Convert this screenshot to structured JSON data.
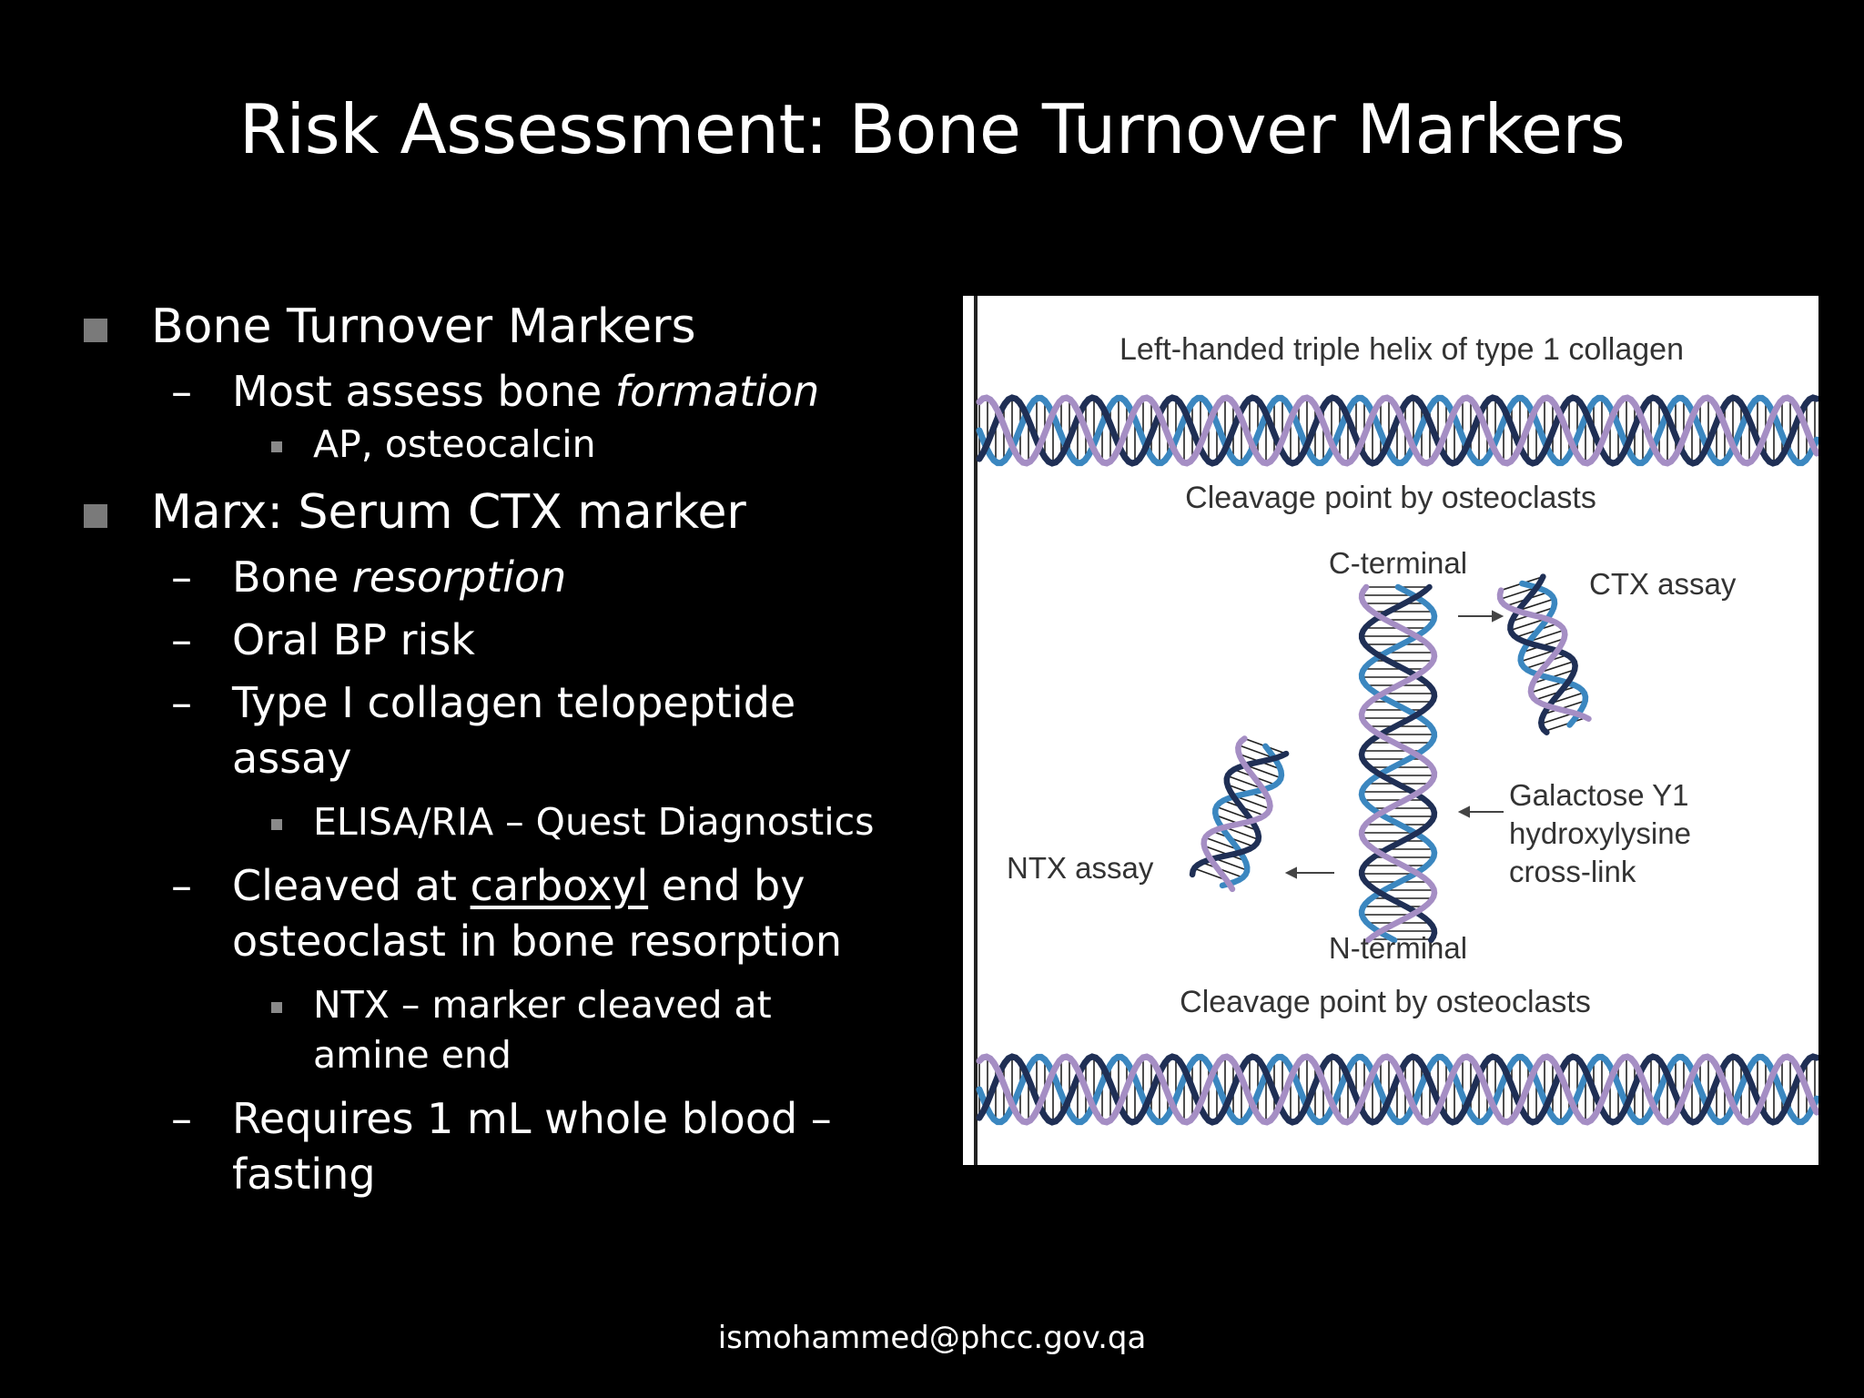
{
  "slide": {
    "title": "Risk Assessment: Bone Turnover Markers",
    "footer": "ismohammed@phcc.gov.qa"
  },
  "bullets": {
    "b1": {
      "text": "Bone Turnover Markers",
      "sub1": {
        "pre": "Most assess bone ",
        "em": "formation"
      },
      "sub1_detail": "AP, osteocalcin"
    },
    "b2": {
      "text": "Marx:  Serum CTX marker",
      "s1": {
        "pre": "Bone ",
        "em": "resorption"
      },
      "s2": "Oral BP risk",
      "s3": "Type I collagen telopeptide assay",
      "s3_detail": "ELISA/RIA – Quest Diagnostics",
      "s4": {
        "pre": "Cleaved at ",
        "underline": "carboxyl",
        "post": " end by osteoclast in bone resorption"
      },
      "s4_detail": "NTX – marker cleaved at amine end",
      "s5": "Requires 1 mL whole blood – fasting"
    }
  },
  "figure": {
    "top_label": "Left-handed triple helix of type 1 collagen",
    "cleavage_top": "Cleavage point by osteoclasts",
    "c_terminal": "C-terminal",
    "ctx_assay": "CTX assay",
    "galactose": [
      "Galactose Y1",
      "hydroxylysine",
      "cross-link"
    ],
    "ntx_assay": "NTX assay",
    "n_terminal": "N-terminal",
    "cleavage_bottom": "Cleavage point by osteoclasts",
    "colors": {
      "strand_blue": "#3b87c0",
      "strand_dark": "#1f2f55",
      "strand_purple": "#a58ec4",
      "rung": "#222222"
    }
  }
}
